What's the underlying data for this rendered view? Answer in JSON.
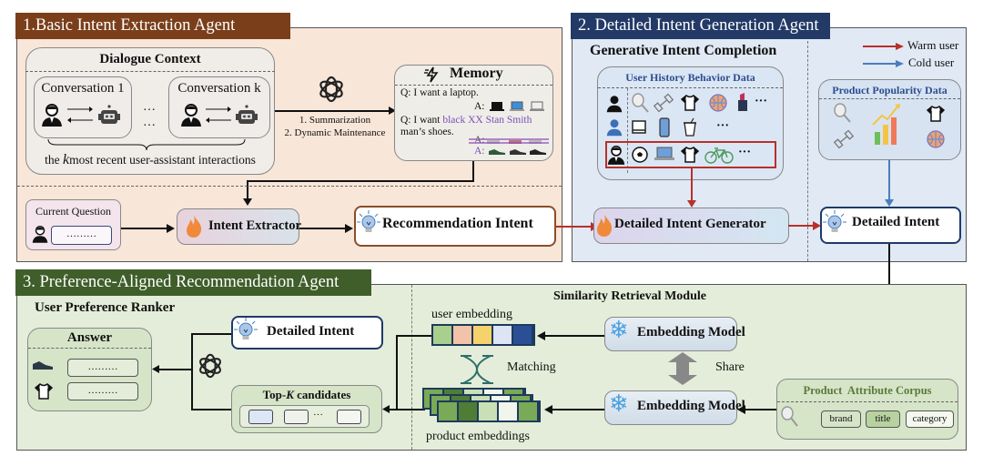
{
  "panel1": {
    "title": "1.Basic Intent Extraction Agent",
    "dialogue_context": {
      "title": "Dialogue Context",
      "conversations": [
        "Conversation 1",
        "Conversation k"
      ],
      "ellipsis": "…",
      "caption_pre": "the ",
      "caption_k": "k",
      "caption_post": "most recent user-assistant interactions"
    },
    "memory_ops": [
      "1. Summarization",
      "2. Dynamic Maintenance"
    ],
    "memory": {
      "title": "Memory",
      "q1": "Q: I want a laptop.",
      "a_label": "A:",
      "q2_pre": "Q: I want ",
      "q2_highlight": "black XX Stan Smith",
      "q2_post": "man’s shoes."
    },
    "current_question": {
      "label": "Current Question",
      "input_placeholder": "………"
    },
    "intent_extractor": "Intent Extractor",
    "recommendation_intent": "Recommendation Intent"
  },
  "panel2": {
    "title": "2. Detailed Intent Generation Agent",
    "section_title": "Generative Intent Completion",
    "history_title": "User History Behavior Data",
    "more": "···",
    "popularity_title": "Product Popularity Data",
    "legend": [
      {
        "label": "Warm user",
        "color": "#b8302a"
      },
      {
        "label": "Cold user",
        "color": "#4a7dbd"
      }
    ],
    "generator": "Detailed Intent Generator",
    "detailed_intent": "Detailed Intent"
  },
  "panel3": {
    "title": "3. Preference-Aligned Recommendation Agent",
    "ranker_title": "User Preference Ranker",
    "answer_title": "Answer",
    "answer_items": [
      "………",
      "………"
    ],
    "detailed_intent": "Detailed Intent",
    "topk_title_pre": "Top-",
    "topk_k": "K",
    "topk_title_post": " candidates",
    "topk_ellipsis": "···",
    "retrieval_title": "Similarity Retrieval Module",
    "user_embedding": "user embedding",
    "user_embedding_colors": [
      "#a9cf8e",
      "#f2c3a8",
      "#f5d36a",
      "#dde4f4",
      "#2a4f94"
    ],
    "matching": "Matching",
    "share": "Share",
    "embedding_model": "Embedding Model",
    "product_embeddings": "product embeddings",
    "product_embedding_colors": [
      "#79aa57",
      "#4f7d36",
      "#c9e0b6",
      "#f1f6ec",
      "#79aa57"
    ],
    "corpus_title": "Product  Attribute Corpus",
    "corpus_chips": [
      "brand",
      "title",
      "category"
    ]
  }
}
